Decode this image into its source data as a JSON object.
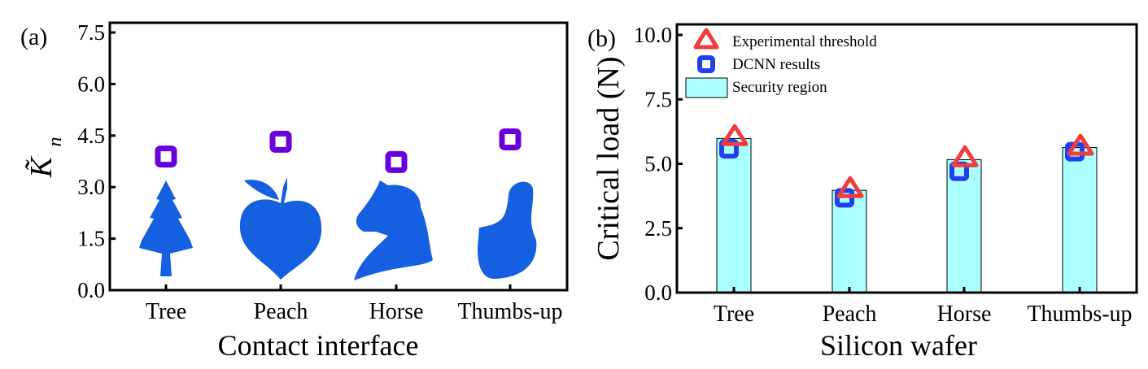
{
  "chart_data": [
    {
      "type": "scatter",
      "panel_label": "(a)",
      "title": "",
      "xlabel": "Contact interface",
      "ylabel": "K̃",
      "ylabel_sub": "n",
      "categories": [
        "Tree",
        "Peach",
        "Horse",
        "Thumbs-up"
      ],
      "yticks": [
        "0.0",
        "1.5",
        "3.0",
        "4.5",
        "6.0",
        "7.5"
      ],
      "ylim": [
        0,
        7.5
      ],
      "series": [
        {
          "name": "K_n",
          "marker": "square",
          "color": "#6a00d9",
          "values": [
            3.89,
            4.32,
            3.73,
            4.39
          ]
        }
      ],
      "icons": [
        "tree-icon",
        "peach-icon",
        "horse-icon",
        "thumbs-up-icon"
      ],
      "icon_color": "#1560e0"
    },
    {
      "type": "bar",
      "panel_label": "(b)",
      "title": "",
      "xlabel": "Silicon wafer",
      "ylabel": "Critical load (N)",
      "categories": [
        "Tree",
        "Peach",
        "Horse",
        "Thumbs-up"
      ],
      "yticks": [
        "0.0",
        "2.5",
        "5.0",
        "7.5",
        "10.0"
      ],
      "ylim": [
        0,
        10
      ],
      "legend_position": "top-left",
      "series": [
        {
          "name": "Experimental threshold",
          "marker": "triangle",
          "color": "#f03c3c",
          "values": [
            6.05,
            4.03,
            5.23,
            5.68
          ]
        },
        {
          "name": "DCNN results",
          "marker": "square",
          "color": "#2040f0",
          "values": [
            5.58,
            3.68,
            4.71,
            5.47
          ]
        },
        {
          "name": "Security region",
          "marker": "bar",
          "color": "#aaffff",
          "values": [
            5.98,
            3.97,
            5.16,
            5.63
          ]
        }
      ]
    }
  ]
}
